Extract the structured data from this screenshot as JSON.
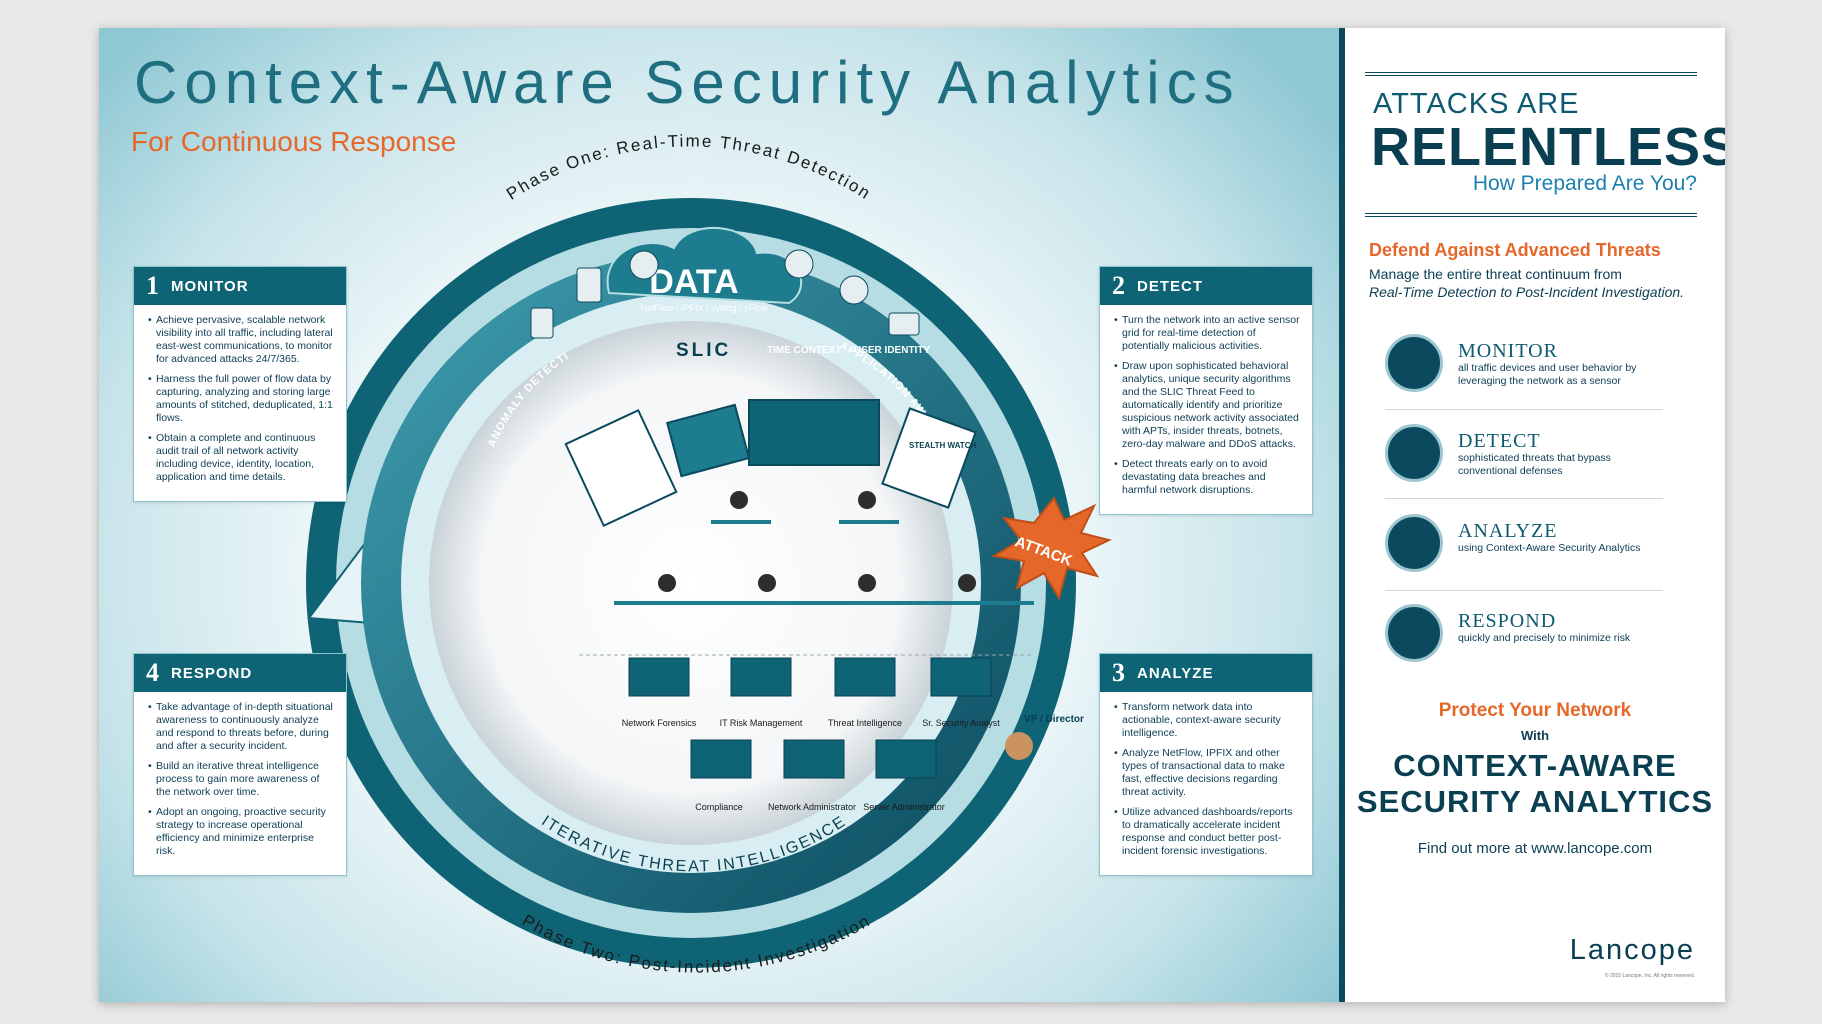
{
  "title": "Context-Aware Security Analytics",
  "subtitle": "For Continuous Response",
  "phase_one": "Phase One: Real-Time Threat Detection",
  "phase_two": "Phase Two: Post-Incident Investigation",
  "iterative": "ITERATIVE THREAT INTELLIGENCE",
  "data_hub": {
    "label": "DATA",
    "sub": "NetFlow / IPFIX / syslog / sFlow"
  },
  "inner_labels": {
    "anomaly": "ANOMALY DETECTION",
    "slic": "SLIC",
    "time_context": "TIME CONTEXT",
    "user_identity": "USER IDENTITY",
    "app_awareness": "APPLICATION AWARENESS",
    "stealthwatch": "STEALTH WATCH",
    "attack": "ATTACK"
  },
  "roles": {
    "network_forensics": "Network Forensics",
    "it_risk": "IT Risk Management",
    "threat_intel": "Threat Intelligence",
    "sr_analyst": "Sr. Security Analyst",
    "compliance": "Compliance",
    "net_admin": "Network Administrator",
    "server_admin": "Server Administrator",
    "vp_director": "VP / Director"
  },
  "boxes": {
    "monitor": {
      "num": "1",
      "label": "MONITOR",
      "items": [
        "Achieve pervasive, scalable network visibility into all traffic, including lateral east-west communications, to monitor for advanced attacks 24/7/365.",
        "Harness the full power of flow data by capturing, analyzing and storing large amounts of stitched, deduplicated, 1:1 flows.",
        "Obtain a complete and continuous audit trail of all network activity including device, identity, location, application and time details."
      ]
    },
    "detect": {
      "num": "2",
      "label": "DETECT",
      "items": [
        "Turn the network into an active sensor grid for real-time detection of potentially malicious activities.",
        "Draw upon sophisticated behavioral analytics, unique security algorithms and the SLIC Threat Feed to automatically identify and prioritize suspicious network activity associated with APTs, insider threats, botnets, zero-day malware and DDoS attacks.",
        "Detect threats early on to avoid devastating data breaches and harmful network disruptions."
      ]
    },
    "analyze": {
      "num": "3",
      "label": "ANALYZE",
      "items": [
        "Transform network data into actionable, context-aware security intelligence.",
        "Analyze NetFlow, IPFIX and other types of transactional data to make fast, effective decisions regarding threat activity.",
        "Utilize advanced dashboards/reports to dramatically accelerate incident response and conduct better post-incident forensic investigations."
      ]
    },
    "respond": {
      "num": "4",
      "label": "RESPOND",
      "items": [
        "Take advantage of in-depth situational awareness to continuously analyze and respond to threats before, during and after a security incident.",
        "Build an iterative threat intelligence process to gain more awareness of the network over time.",
        "Adopt an ongoing, proactive security strategy to increase operational efficiency and minimize enterprise risk."
      ]
    }
  },
  "right_panel": {
    "attacks_are": "ATTACKS ARE",
    "relentless": "RELENTLESS",
    "prepared": "How Prepared Are You?",
    "defend": "Defend Against Advanced Threats",
    "manage": "Manage the entire threat continuum from",
    "manage_italic": "Real-Time Detection to Post-Incident Investigation.",
    "steps": [
      {
        "title": "MONITOR",
        "desc": "all traffic devices and user behavior by leveraging the network as a sensor"
      },
      {
        "title": "DETECT",
        "desc": "sophisticated threats that bypass conventional defenses"
      },
      {
        "title": "ANALYZE",
        "desc": "using Context-Aware Security Analytics"
      },
      {
        "title": "RESPOND",
        "desc": "quickly and precisely to minimize risk"
      }
    ],
    "protect": "Protect Your Network",
    "with": "With",
    "cas_line1": "CONTEXT-AWARE",
    "cas_line2": "SECURITY ANALYTICS",
    "find_out": "Find out more at www.lancope.com",
    "logo": "Lancope",
    "fine_print": "© 2015 Lancope, Inc. All rights reserved."
  },
  "colors": {
    "teal_dark": "#0a3f52",
    "teal": "#0e6475",
    "orange": "#e5682a",
    "light_teal": "#8ec8d3"
  }
}
